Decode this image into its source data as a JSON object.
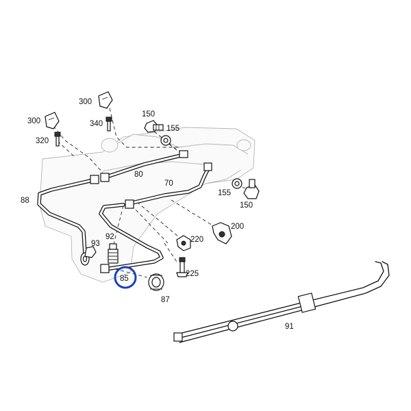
{
  "parts": {
    "p300a": "300",
    "p300b": "300",
    "p340": "340",
    "p320": "320",
    "p150a": "150",
    "p155a": "155",
    "p80": "80",
    "p70": "70",
    "p155b": "155",
    "p150b": "150",
    "p88": "88",
    "p200": "200",
    "p220": "220",
    "p93": "93",
    "p92": "92",
    "p85": "85",
    "p225": "225",
    "p87": "87",
    "p91": "91"
  },
  "highlight": {
    "part": "85",
    "color": "#1a3fc4"
  }
}
